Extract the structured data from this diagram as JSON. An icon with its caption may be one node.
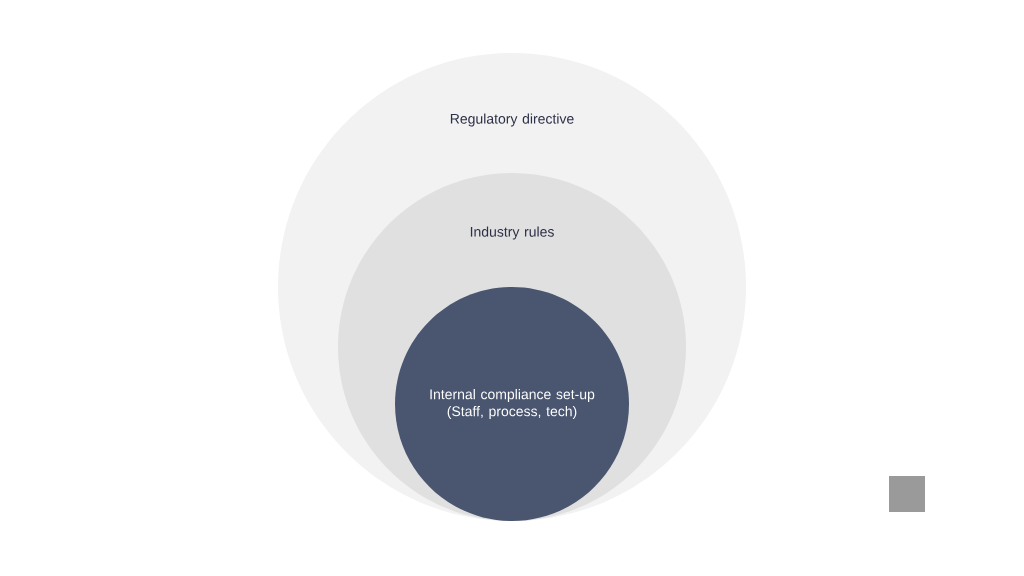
{
  "diagram": {
    "nodes": [
      {
        "text": [
          "Regulatory directive"
        ]
      },
      {
        "text": [
          "Industry rules"
        ],
        "in": 0
      },
      {
        "text": [
          "Internal compliance set-up (Staff, process, tech)"
        ],
        "in": 1
      }
    ]
  }
}
